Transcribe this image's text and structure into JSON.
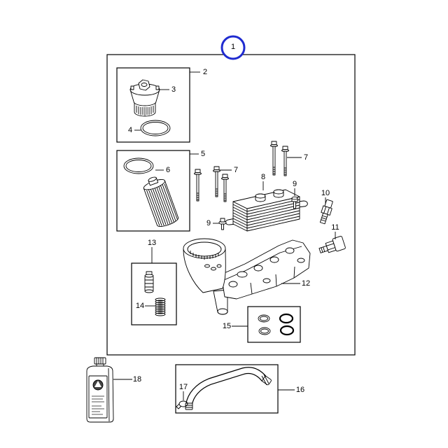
{
  "callouts": [
    "1",
    "2",
    "3",
    "4",
    "5",
    "6",
    "7",
    "8",
    "9",
    "10",
    "11",
    "12",
    "13",
    "14",
    "15",
    "16",
    "17",
    "18"
  ],
  "colors": {
    "highlight_ring": "#1f2bd0",
    "line": "#000000",
    "background": "#ffffff"
  }
}
